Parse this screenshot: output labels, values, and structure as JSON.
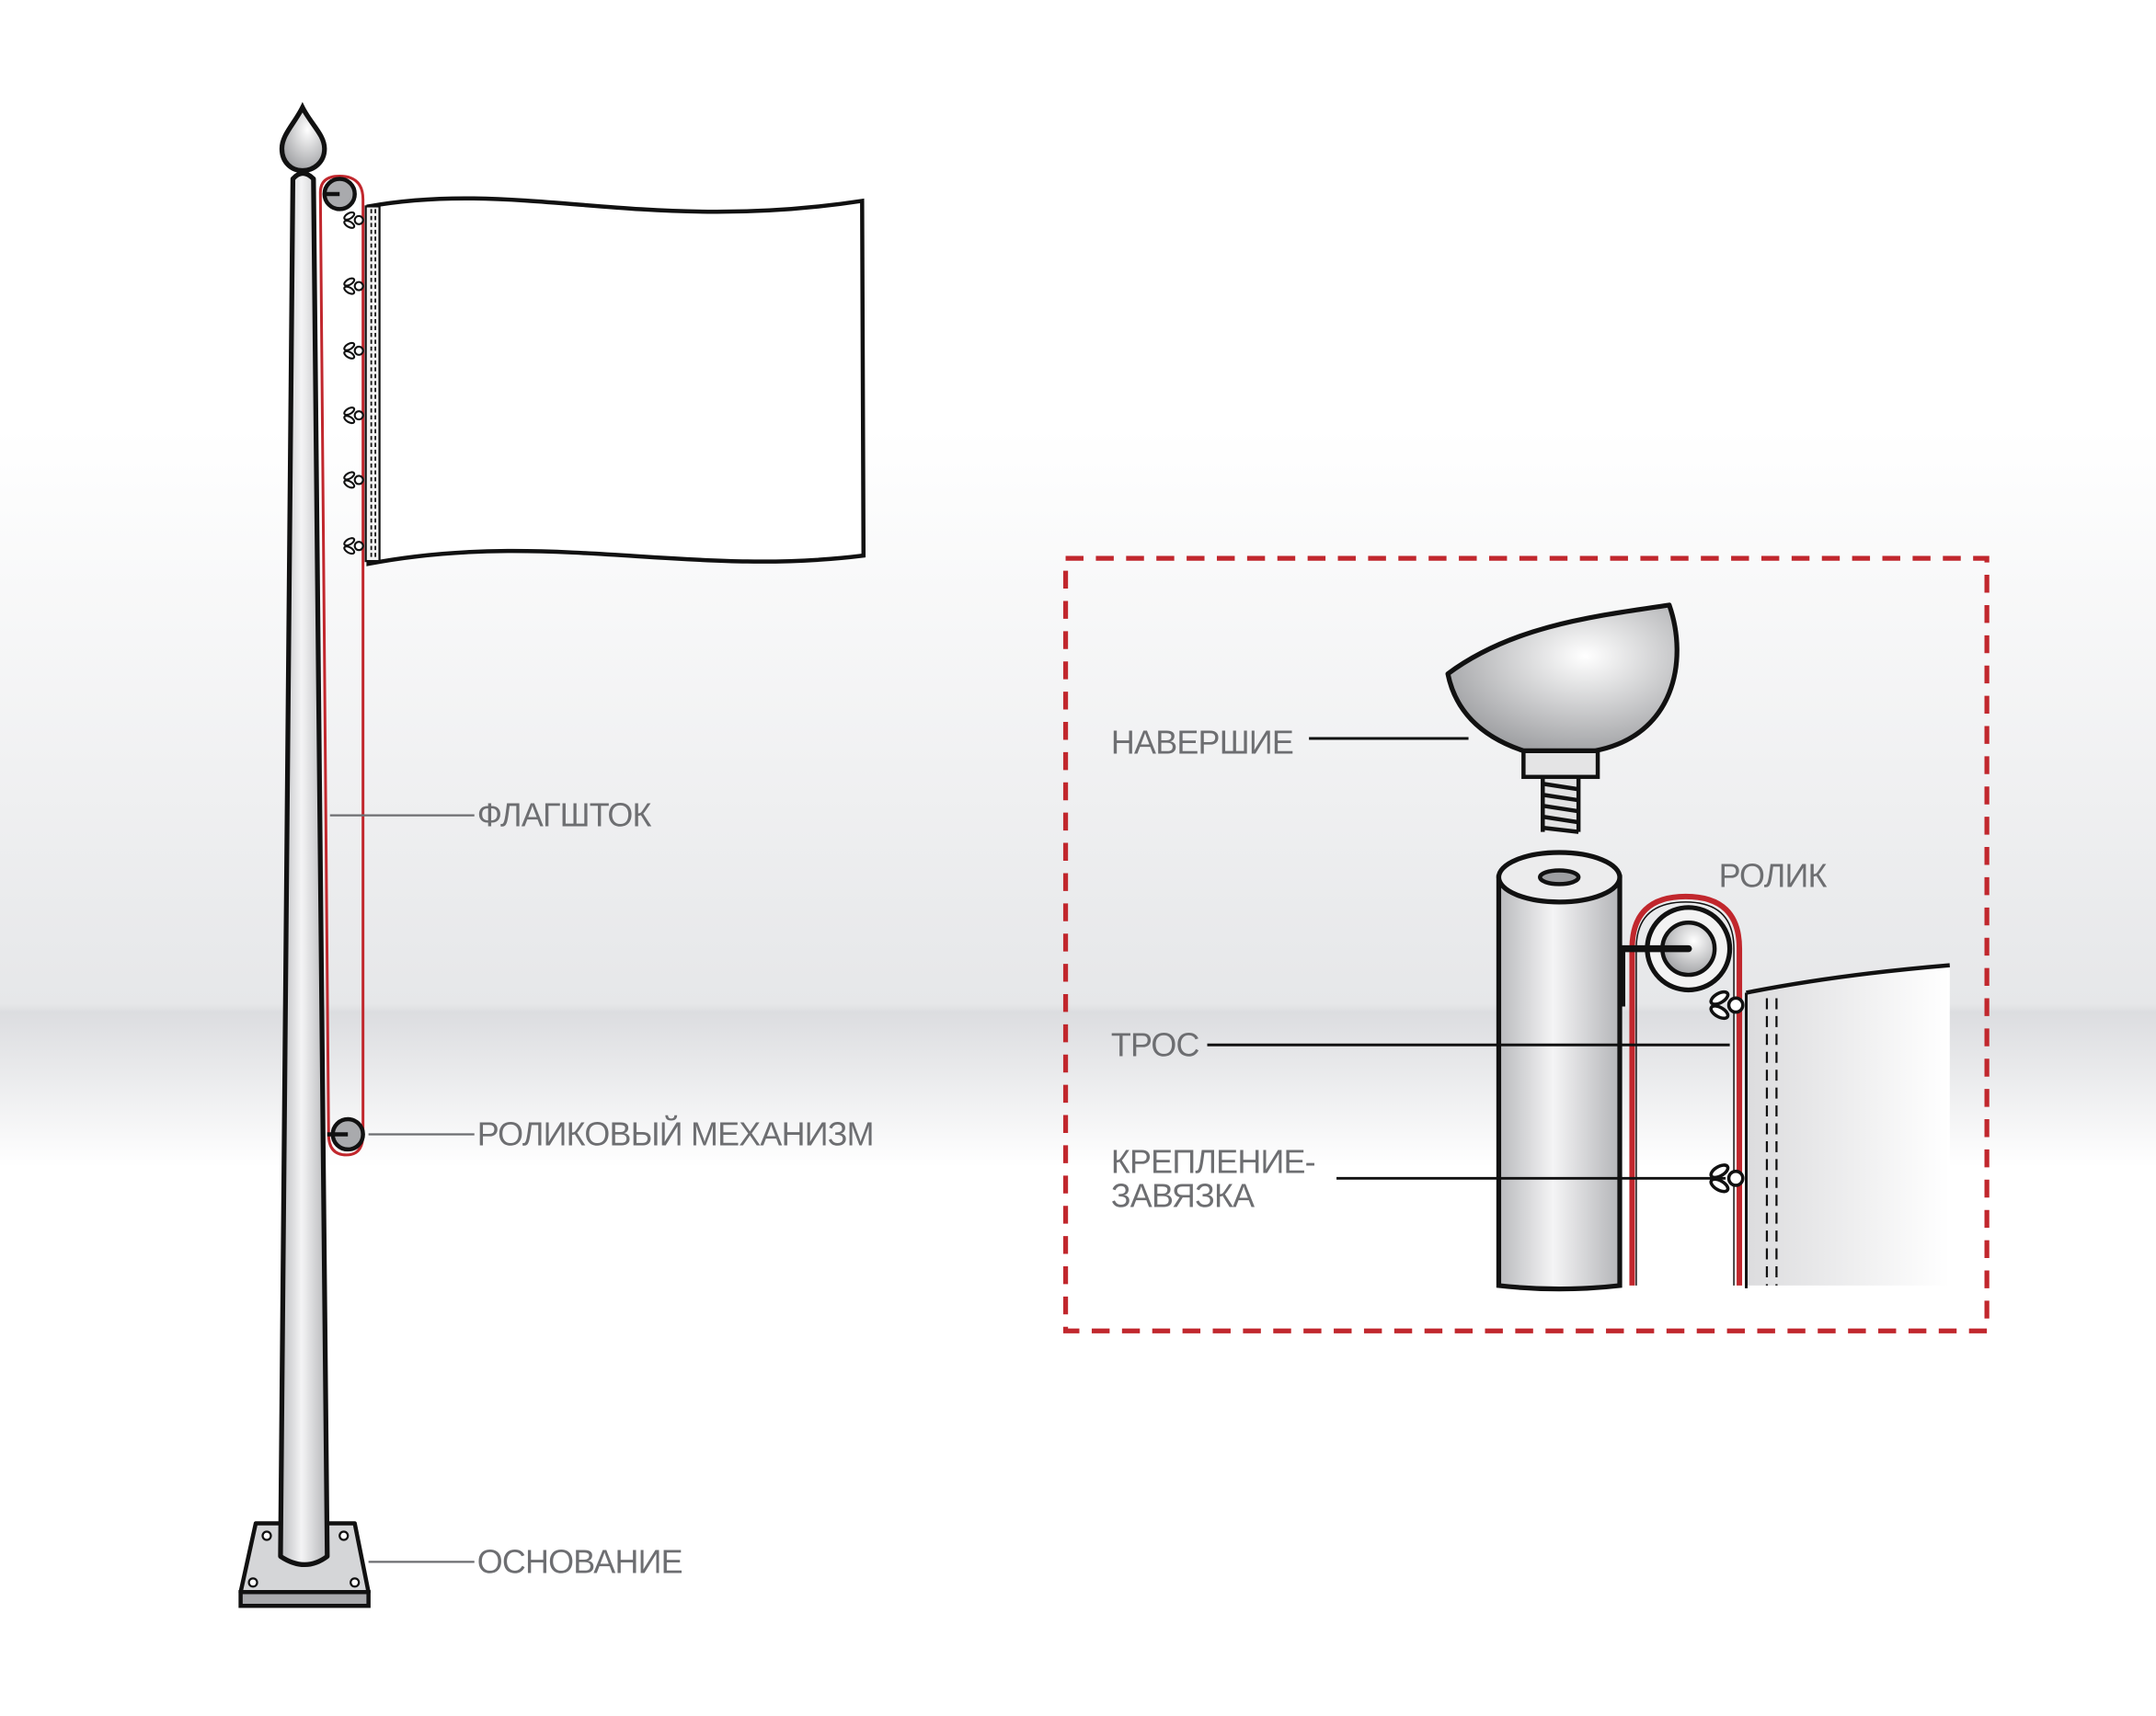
{
  "labels": {
    "flagpole": "ФЛАГШТОК",
    "pulley_mechanism": "РОЛИКОВЫЙ МЕХАНИЗМ",
    "base": "ОСНОВАНИЕ"
  },
  "inset": {
    "finial": "НАВЕРШИЕ",
    "pulley": "РОЛИК",
    "rope": "ТРОС",
    "tie_line1": "КРЕПЛЕНИЕ-",
    "tie_line2": "ЗАВЯЗКА"
  },
  "colors": {
    "rope": "#c1272d",
    "outline": "#111111",
    "label": "#6d6e71",
    "metal": "#c8c9cc"
  }
}
